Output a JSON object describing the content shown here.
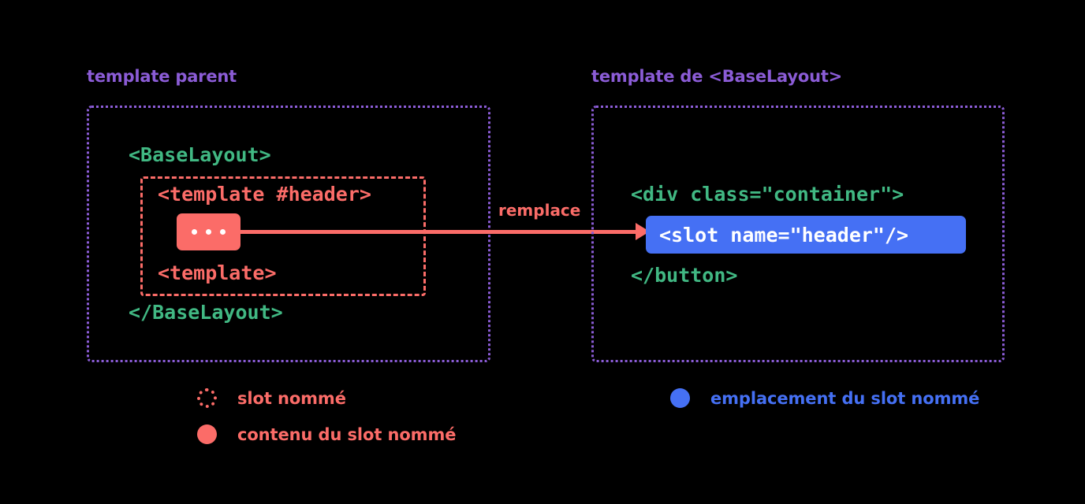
{
  "diagram": {
    "background_color": "#000000",
    "colors": {
      "purple": "#8B5CD6",
      "green": "#41B883",
      "red": "#FB6C68",
      "blue": "#4570F4",
      "white": "#FFFFFF"
    }
  },
  "left_panel": {
    "title": "template parent",
    "code_lines": {
      "baselayout_open": "<BaseLayout>",
      "template_header_open": "<template #header>",
      "template_close": "<template>",
      "baselayout_close": "</BaseLayout>"
    },
    "slot_content_chip": {
      "label": "...",
      "dot_count": 3
    }
  },
  "right_panel": {
    "title": "template de <BaseLayout>",
    "code_lines": {
      "div_open": "<div class=\"container\">",
      "button_close": "</button>"
    },
    "slot_placement_chip": {
      "label": "<slot name=\"header\"/>"
    }
  },
  "arrow": {
    "label": "remplace",
    "direction": "left-to-right"
  },
  "legend": {
    "items": [
      {
        "marker": "dotted-ring",
        "color": "#FB6C68",
        "label": "slot nommé"
      },
      {
        "marker": "filled-circle",
        "color": "#FB6C68",
        "label": "contenu du slot nommé"
      },
      {
        "marker": "filled-circle",
        "color": "#4570F4",
        "label": "emplacement du slot nommé"
      }
    ]
  }
}
